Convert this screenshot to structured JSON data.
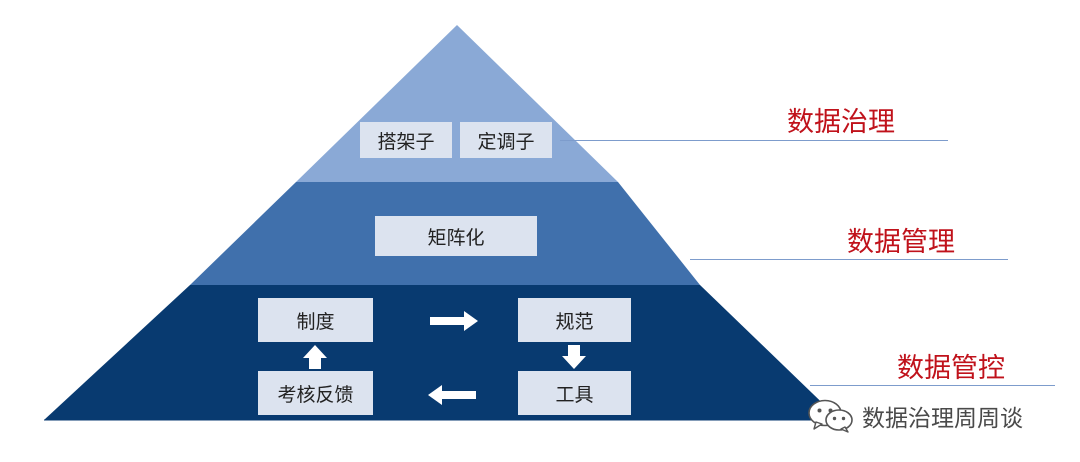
{
  "pyramid": {
    "top": {
      "boxes": [
        "搭架子",
        "定调子"
      ]
    },
    "middle": {
      "boxes": [
        "矩阵化"
      ]
    },
    "bottom": {
      "boxes": [
        "制度",
        "规范",
        "工具",
        "考核反馈"
      ]
    }
  },
  "labels": [
    "数据治理",
    "数据管理",
    "数据管控"
  ],
  "watermark": {
    "icon": "wechat-icon",
    "text": "数据治理周周谈"
  },
  "colors": {
    "tier_top": "#8aa9d6",
    "tier_middle": "#4070ac",
    "tier_bottom": "#083a70",
    "box_fill": "#dce3ef",
    "label_red": "#c0121b",
    "line": "#7d9ccc"
  }
}
